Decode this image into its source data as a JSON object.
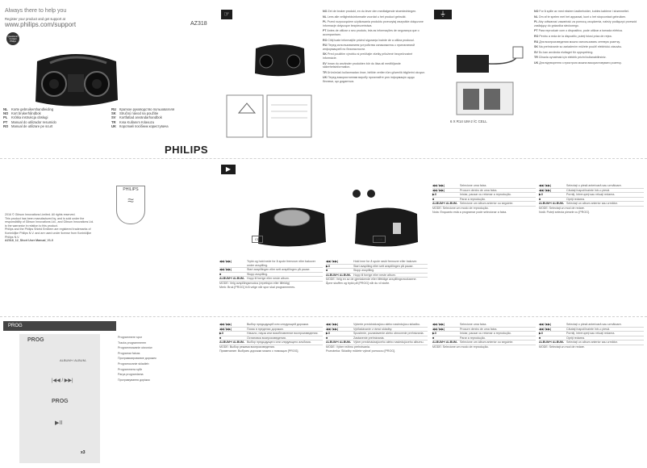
{
  "cover": {
    "help_title": "Always there to help you",
    "register_line": "Register your product and get support at",
    "url": "www.philips.com/support",
    "model": "AZ318",
    "question_badge": "Questions? Contact Philips",
    "languages_left": [
      {
        "code": "NL",
        "name": "Korte gebruikershandleiding"
      },
      {
        "code": "NO",
        "name": "Kort brukerhåndbok"
      },
      {
        "code": "PL",
        "name": "Krótka instrukcja obsługi"
      },
      {
        "code": "PT",
        "name": "Manual do utilizador resumido"
      },
      {
        "code": "RO",
        "name": "Manual de utilizare pe scurt"
      }
    ],
    "languages_right": [
      {
        "code": "RU",
        "name": "Краткое руководство пользователя"
      },
      {
        "code": "SK",
        "name": "Stručný návod na použitie"
      },
      {
        "code": "SV",
        "name": "Kortfattad användarhandbok"
      },
      {
        "code": "TR",
        "name": "Kısa Kullanım Kılavuzu"
      },
      {
        "code": "UK",
        "name": "Короткий посібник користувача"
      }
    ],
    "brand": "PHILIPS"
  },
  "legal": {
    "lines": [
      "2016 © Gibson Innovations Limited. All rights reserved.",
      "This product has been manufactured by, and is sold under the",
      "responsibility of Gibson Innovations Ltd., and Gibson Innovations Ltd.",
      "is the warrantor in relation to this product.",
      "Philips and the Philips Shield Emblem are registered trademarks of",
      "Koninklijke Philips N.V. and are used under license from Koninklijke",
      "Philips N.V."
    ],
    "doc_id": "AZ318_12_Short User Manual_V1.0",
    "brand": "PHILIPS"
  },
  "power_cell": "6 X R14 UM-2 /C CELL",
  "prog_panel": {
    "label": "PROG",
    "buttons": [
      "PROG",
      "ALBUM+/ ALBUM-",
      "|◀◀ / ▶▶|",
      "PROG",
      "▶II"
    ],
    "steps": [
      "Programmere spor",
      "Tracks programmeren",
      "Programmowanie utworów",
      "Programar faixas",
      "Программирование дорожек",
      "Programovanie skladieb",
      "Programmera spår",
      "Parça programlama",
      "Програмування доріжок"
    ],
    "callout": "x3"
  },
  "col1_blocks": [
    "Zet de broker produkt, en du lever den medfølgende strømledningen.",
    "Lees alle veiligheidsinformatie voordat u het product gebruikt.",
    "Przed rozpoczęciem użytkowania produktu przeczytaj wszystkie dołączone informacje dotyczące bezpieczeństwa.",
    "Antes de utilizar o seu produto, leia as informações de segurança que o acompanham.",
    "Citiţi toate informaţiile privind siguranţa înainte de a utiliza produsul.",
    "Перед использованием устройства ознакомьтесь с прилагаемой информацией по безопасности.",
    "Pred použitím výrobku si prečítajte všetky priložené bezpečnostné informácie.",
    "Innan du använder produkten bör du läsa all medföljande säkerhetsinformation.",
    "Ürününüzü kullanmadan önce, birlikte verilen tüm güvenlik bilgilerini okuyun.",
    "Перед використанням виробу прочитайте усю інформацію щодо безпеки, що додається."
  ],
  "col3_blocks": [
    "For å spille av med ekstern lastbeholder, kobles kablene i strømnettet.",
    "Om af te spelen met het apparaat, kunt u het stopcontact gebruiken.",
    "Aby odtwarzać zawartość za pomocą urządzenia, należy podłączyć przewód zasilający do gniazdka sieciowego.",
    "Para reproduzir com o dispositivo, pode utilizar a tomada elétrica.",
    "Pentru a reda de la dispozitiv, puteţi folosi priza de reţea.",
    "Для воспроизведения можно использовать сетевую розетку.",
    "Na prehrávanie so zariadením môžete použiť elektrickú zásuvku.",
    "Du kan använda eluttaget för uppspelning.",
    "Cihazla oynatmak için elektrik prizini kullanabilirsiniz.",
    "Для відтворення з пристрою можна використовувати розетку."
  ],
  "cd_section": {
    "rows": [
      {
        "k": "◀◀ / ▶▶|",
        "v": "Trykk og hold nede for å spole fremover eller bakover under avspilling."
      },
      {
        "k": "◀◀ / ▶▶|",
        "v": "Start avspillingen eller sett avspillingen på pause."
      },
      {
        "k": "■",
        "v": "Stopp avspilling."
      },
      {
        "k": "ALBUM+/ ALBUM-",
        "v": "Hopp til forrige eller neste album."
      }
    ],
    "mode_line": "MODE: Velg avspillingsmodus (repetisjon eller tilfeldig)",
    "note": "Merk: Bruk [PROG] til å velge når spor skal programmeres.",
    "usb_rows": [
      {
        "k": "◀◀ / ▶▶|",
        "v": "Hold inne for å spole raskt fremover eller bakover."
      },
      {
        "k": "▶II",
        "v": "Start avspilling eller sett avspillingen på pause."
      },
      {
        "k": "■",
        "v": "Stopp avspilling."
      },
      {
        "k": "ALBUM+/ ALBUM-",
        "v": "Hopp til forrige eller neste album."
      }
    ],
    "mode2": "MODE: Velg en av de gjentakende eller tilfeldige avspillingsmodusene.",
    "opening": "Åpne skuffen og trykk på [PROG] når du vil slutte."
  },
  "tables": [
    {
      "rows": [
        {
          "k": "◀◀ / ▶▶|",
          "v": "Selecione uma faixa."
        },
        {
          "k": "◀◀ / ▶▶|",
          "v": "Procure dentro de uma faixa."
        },
        {
          "k": "▶II",
          "v": "Iniciar, pausar ou retomar a reprodução."
        },
        {
          "k": "■",
          "v": "Parar a reprodução."
        },
        {
          "k": "ALBUM+/ ALBUM-",
          "v": "Selecione um álbum anterior ou seguinte."
        }
      ],
      "mode": "MODE: Selecione um modo de reprodução.",
      "note": "Nota: Enquanto está a programar pode selecionar a faixa."
    },
    {
      "rows": [
        {
          "k": "◀◀ / ▶▶|",
          "v": "Selectaţi o piesă anterioară sau următoare."
        },
        {
          "k": "◀◀ / ▶▶|",
          "v": "Căutaţi înapoi/înainte într-o piesă."
        },
        {
          "k": "▶II",
          "v": "Porniţi, întrerupeţi sau reluaţi redarea."
        },
        {
          "k": "■",
          "v": "Opriţi redarea."
        },
        {
          "k": "ALBUM+/ ALBUM-",
          "v": "Selectaţi un album anterior sau următor."
        }
      ],
      "mode": "MODE: Selectaţi un mod de redare.",
      "note": "Notă: Puteţi selecta piesele cu [PROG]."
    },
    {
      "rows": [
        {
          "k": "◀◀ / ▶▶|",
          "v": "Выбор предыдущей или следующей дорожки."
        },
        {
          "k": "◀◀ / ▶▶|",
          "v": "Поиск в пределах дорожки."
        },
        {
          "k": "▶II",
          "v": "Начало, пауза или возобновление воспроизведения."
        },
        {
          "k": "■",
          "v": "Остановка воспроизведения."
        },
        {
          "k": "ALBUM+/ ALBUM-",
          "v": "Выбор предыдущего или следующего альбома."
        }
      ],
      "mode": "MODE: Выбор режима воспроизведения.",
      "note": "Примечание: Выбрать дорожки можно с помощью [PROG]."
    },
    {
      "rows": [
        {
          "k": "◀◀ / ▶▶|",
          "v": "Vyberte predchádzajúcu alebo nasledujúcu skladbu."
        },
        {
          "k": "◀◀ / ▶▶|",
          "v": "Vyhľadávanie v rámci skladby."
        },
        {
          "k": "▶II",
          "v": "Spustenie, pozastavenie alebo obnovenie prehrávania."
        },
        {
          "k": "■",
          "v": "Zastavenie prehrávania."
        },
        {
          "k": "ALBUM+/ ALBUM-",
          "v": "Výber predchádzajúceho alebo nasledujúceho albumu."
        }
      ],
      "mode": "MODE: Výber režimu prehrávania.",
      "note": "Poznámka: Skladby môžete vybrať pomocou [PROG]."
    }
  ]
}
